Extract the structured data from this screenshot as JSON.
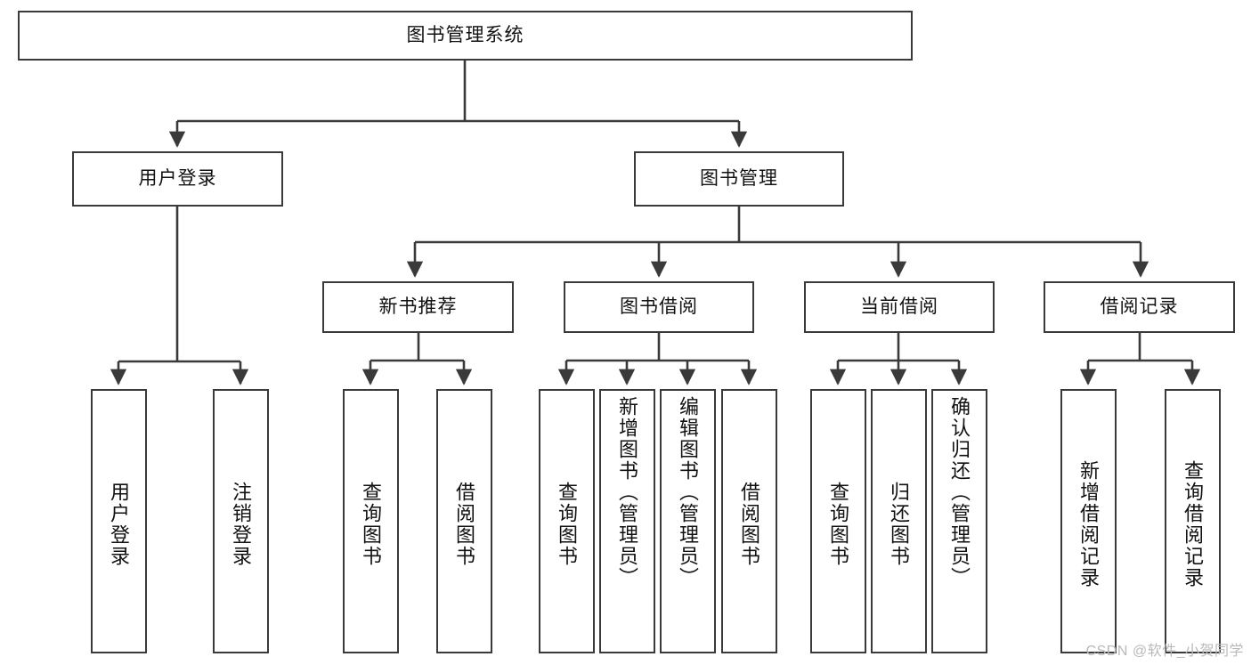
{
  "diagram": {
    "type": "hierarchy-tree",
    "title": "图书管理系统",
    "watermark": "CSDN @软件_小贺同学",
    "colors": {
      "box_border": "#3a3a3a",
      "box_fill": "#ffffff",
      "edge": "#3a3a3a",
      "text": "#111111",
      "watermark": "#b9b9b9"
    },
    "levels": {
      "root": "图书管理系统",
      "level1": [
        "用户登录",
        "图书管理"
      ],
      "level2": [
        "新书推荐",
        "图书借阅",
        "当前借阅",
        "借阅记录"
      ],
      "leaves": [
        "用户登录",
        "注销登录",
        "查询图书",
        "借阅图书",
        "查询图书",
        "新增图书（管理员）",
        "编辑图书（管理员）",
        "借阅图书",
        "查询图书",
        "归还图书",
        "确认归还（管理员）",
        "新增借阅记录",
        "查询借阅记录"
      ]
    },
    "nodes": {
      "root": {
        "label": "图书管理系统"
      },
      "user_login": {
        "label": "用户登录"
      },
      "book_manage": {
        "label": "图书管理"
      },
      "new_book_rec": {
        "label": "新书推荐"
      },
      "book_borrow": {
        "label": "图书借阅"
      },
      "current_borrow": {
        "label": "当前借阅"
      },
      "borrow_record": {
        "label": "借阅记录"
      },
      "leaf_user_login": {
        "label": "用户登录"
      },
      "leaf_logout": {
        "label": "注销登录"
      },
      "leaf_query_book_1": {
        "label": "查询图书"
      },
      "leaf_borrow_book_1": {
        "label": "借阅图书"
      },
      "leaf_query_book_2": {
        "label": "查询图书"
      },
      "leaf_add_book": {
        "label": "新增图书（管理员）"
      },
      "leaf_edit_book": {
        "label": "编辑图书（管理员）"
      },
      "leaf_borrow_book_2": {
        "label": "借阅图书"
      },
      "leaf_query_book_3": {
        "label": "查询图书"
      },
      "leaf_return_book": {
        "label": "归还图书"
      },
      "leaf_confirm_return": {
        "label": "确认归还（管理员）"
      },
      "leaf_add_record": {
        "label": "新增借阅记录"
      },
      "leaf_query_record": {
        "label": "查询借阅记录"
      }
    },
    "edges": [
      {
        "from": "root",
        "to": "user_login"
      },
      {
        "from": "root",
        "to": "book_manage"
      },
      {
        "from": "user_login",
        "to": "leaf_user_login"
      },
      {
        "from": "user_login",
        "to": "leaf_logout"
      },
      {
        "from": "book_manage",
        "to": "new_book_rec"
      },
      {
        "from": "book_manage",
        "to": "book_borrow"
      },
      {
        "from": "book_manage",
        "to": "current_borrow"
      },
      {
        "from": "book_manage",
        "to": "borrow_record"
      },
      {
        "from": "new_book_rec",
        "to": "leaf_query_book_1"
      },
      {
        "from": "new_book_rec",
        "to": "leaf_borrow_book_1"
      },
      {
        "from": "book_borrow",
        "to": "leaf_query_book_2"
      },
      {
        "from": "book_borrow",
        "to": "leaf_add_book"
      },
      {
        "from": "book_borrow",
        "to": "leaf_edit_book"
      },
      {
        "from": "book_borrow",
        "to": "leaf_borrow_book_2"
      },
      {
        "from": "current_borrow",
        "to": "leaf_query_book_3"
      },
      {
        "from": "current_borrow",
        "to": "leaf_return_book"
      },
      {
        "from": "current_borrow",
        "to": "leaf_confirm_return"
      },
      {
        "from": "borrow_record",
        "to": "leaf_add_record"
      },
      {
        "from": "borrow_record",
        "to": "leaf_query_record"
      }
    ]
  }
}
